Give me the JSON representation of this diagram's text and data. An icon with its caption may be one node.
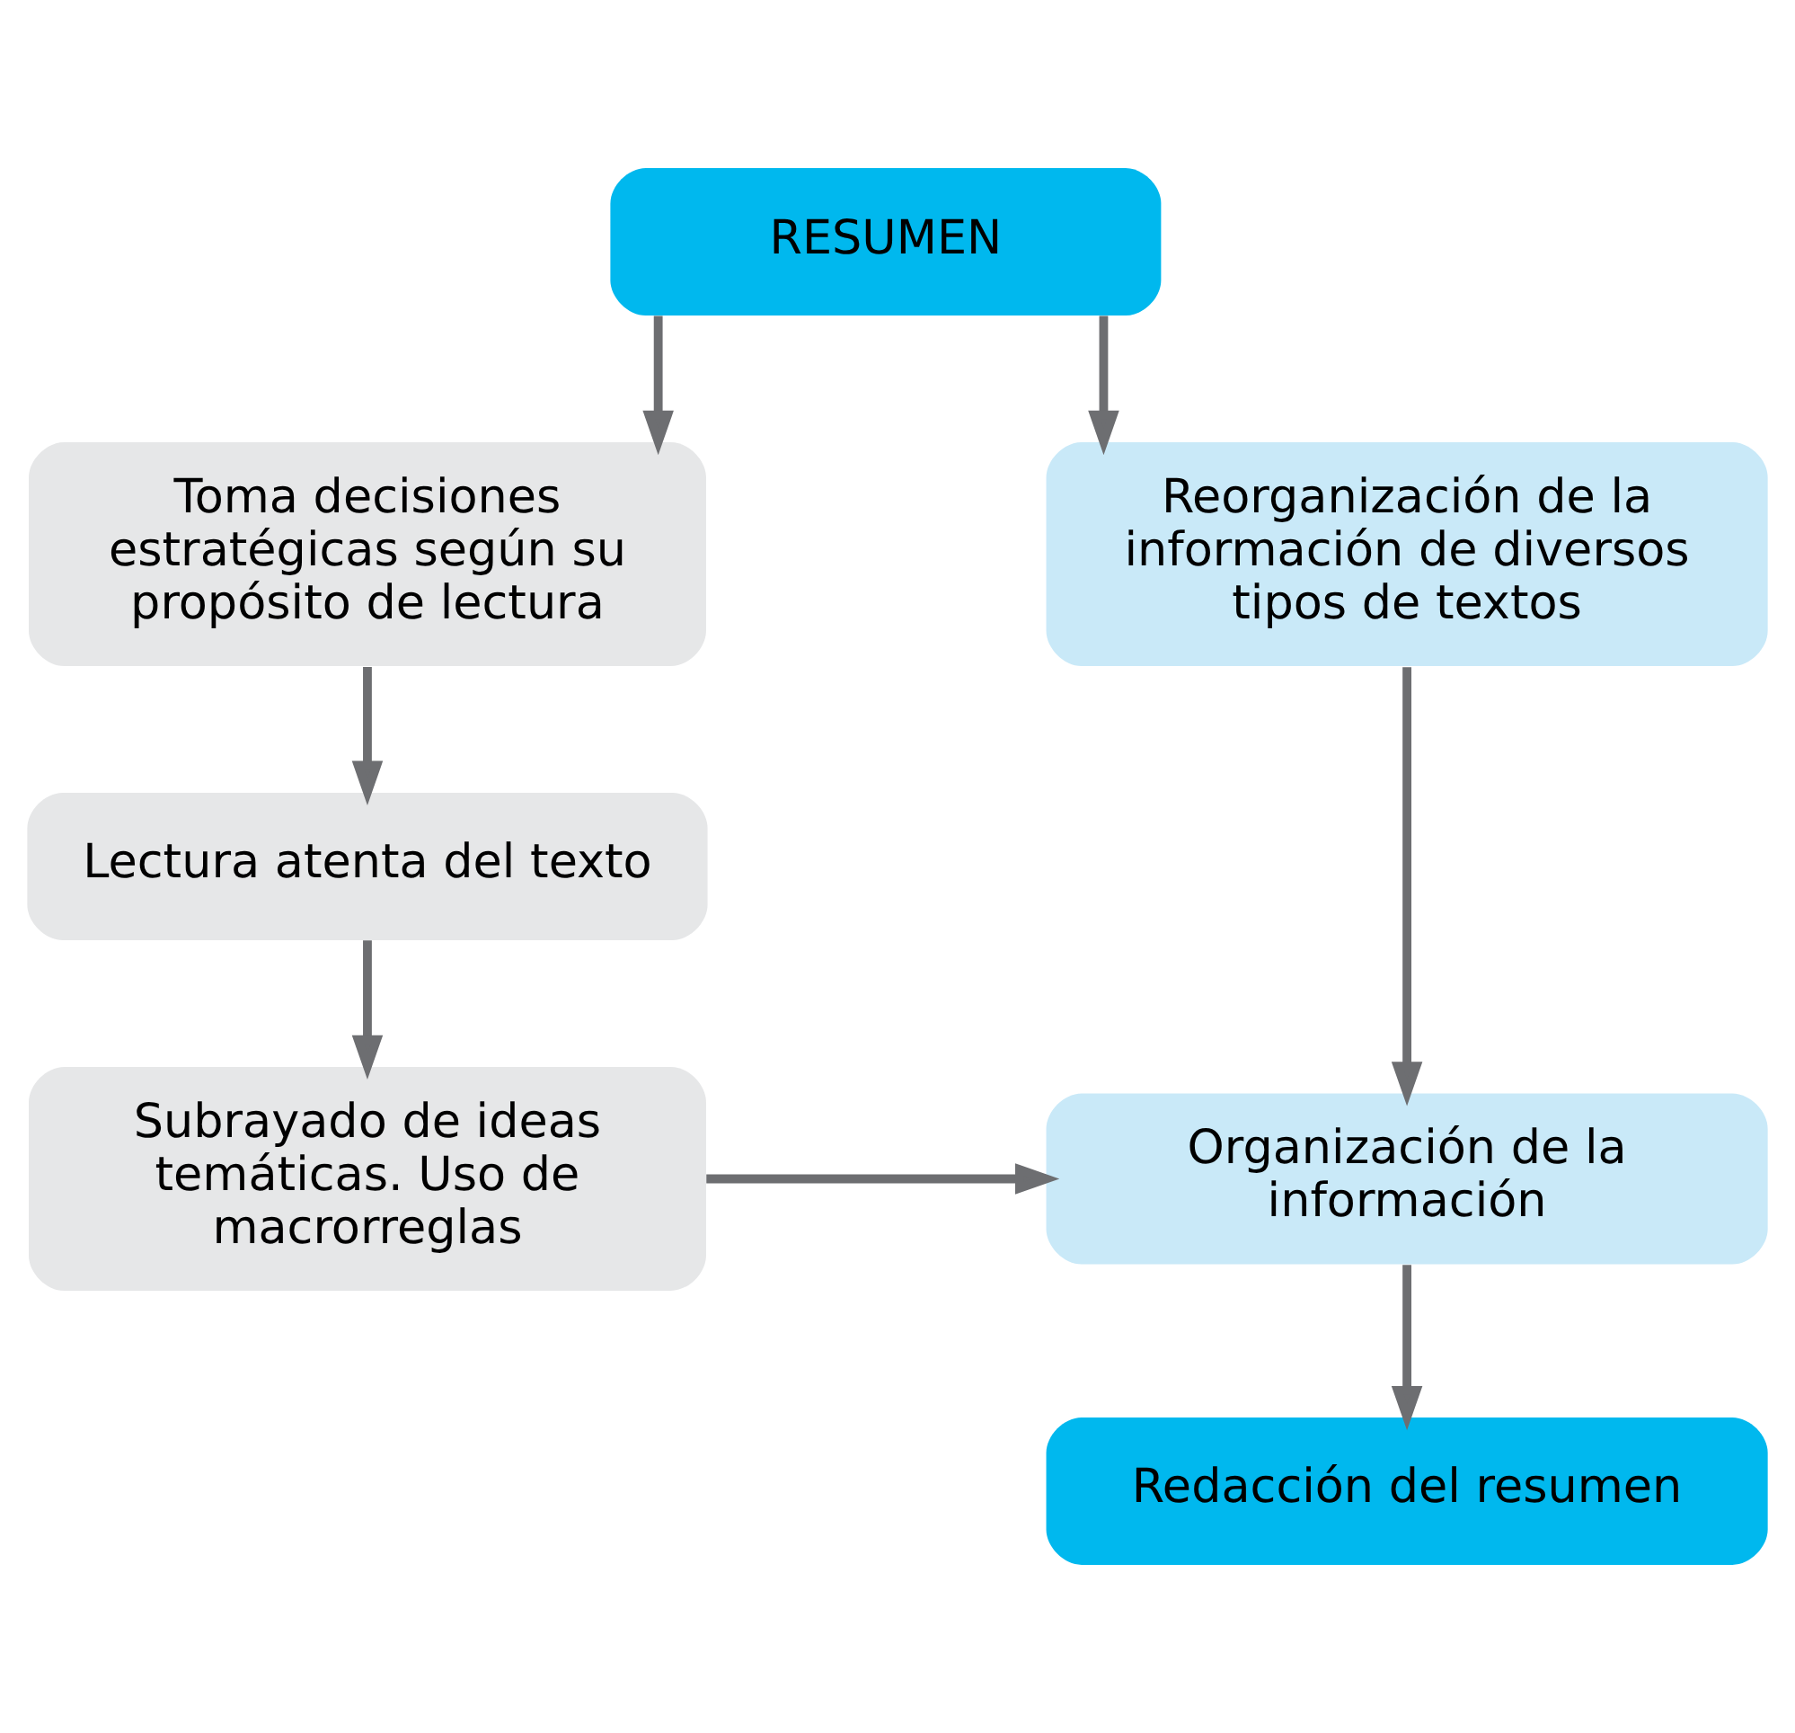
{
  "diagram": {
    "nodes": [
      {
        "text": [
          "RESUMEN"
        ]
      },
      {
        "text": [
          "Toma decisiones estratégicas según su propósito de lectura"
        ]
      },
      {
        "text": [
          "Reorganización de la información de diversos tipos de textos"
        ]
      },
      {
        "text": [
          "Lectura atenta del texto"
        ]
      },
      {
        "text": [
          "Subrayado de ideas temáticas. Uso de macrorreglas"
        ]
      },
      {
        "text": [
          "Organización de la información"
        ]
      },
      {
        "text": [
          "Redacción del resumen"
        ]
      }
    ],
    "edges": [
      {
        "from": 0,
        "to": 1,
        "arrow": "to"
      },
      {
        "from": 0,
        "to": 2,
        "arrow": "to"
      },
      {
        "from": 1,
        "to": 3,
        "arrow": "to"
      },
      {
        "from": 3,
        "to": 4,
        "arrow": "to"
      },
      {
        "from": 2,
        "to": 5,
        "arrow": "to"
      },
      {
        "from": 4,
        "to": 5,
        "arrow": "to"
      },
      {
        "from": 5,
        "to": 6,
        "arrow": "to"
      }
    ]
  }
}
